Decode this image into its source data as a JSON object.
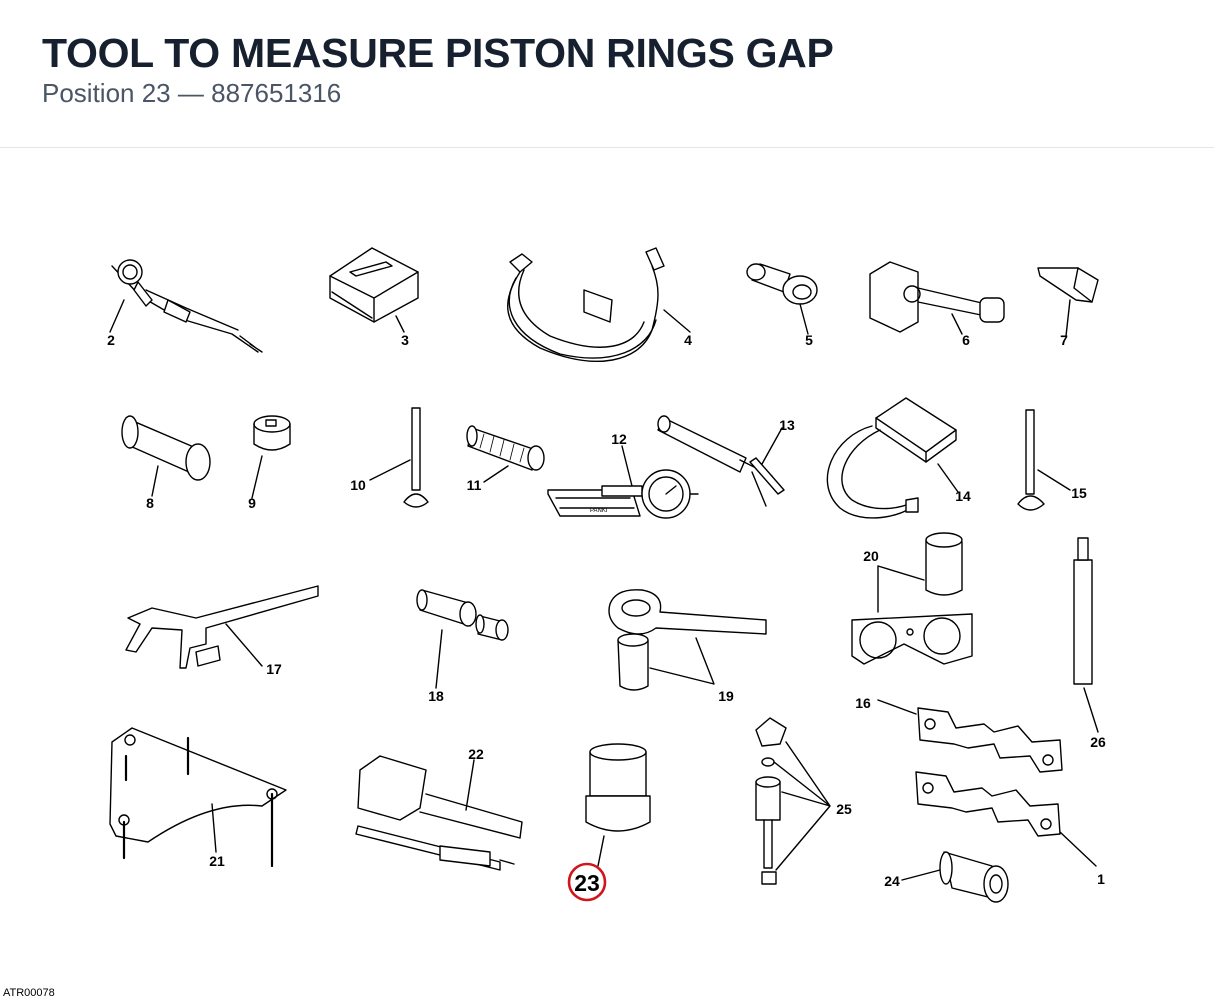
{
  "header": {
    "title": "TOOL TO MEASURE PISTON RINGS GAP",
    "position_label": "Position 23",
    "separator": "—",
    "part_number": "887651316"
  },
  "diagram": {
    "highlight_color": "#d0151b",
    "selected_callout": "23",
    "gauge_label": "PANKI",
    "callouts": [
      "1",
      "2",
      "3",
      "4",
      "5",
      "6",
      "7",
      "8",
      "9",
      "10",
      "11",
      "12",
      "13",
      "14",
      "15",
      "16",
      "17",
      "18",
      "19",
      "20",
      "21",
      "22",
      "23",
      "24",
      "25",
      "26"
    ]
  },
  "footer": {
    "code": "ATR00078"
  }
}
